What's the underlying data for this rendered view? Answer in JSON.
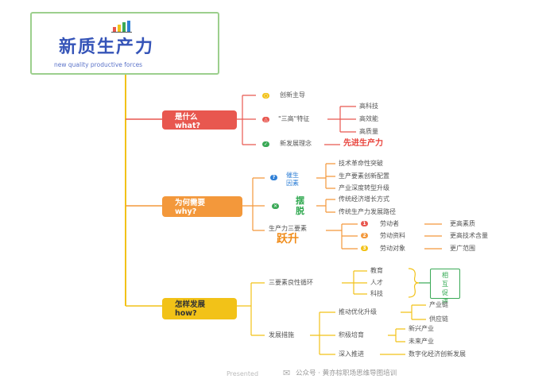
{
  "title": {
    "main": "新质生产力",
    "sub": "new quality productive forces"
  },
  "colors": {
    "trunk": "#f2c218",
    "red": "#e8574f",
    "orange": "#f3983b",
    "yellow": "#f2c218",
    "green": "#3aa956",
    "blue": "#2f7fd6"
  },
  "icons": {
    "title": "bar-chart-icon"
  },
  "what": {
    "label_cn": "是什么",
    "label_en": "what?",
    "item1": "创新主导",
    "item2": "\"三高\"特征",
    "high": [
      "高科技",
      "高效能",
      "高质量"
    ],
    "item3": "新发展理念",
    "item3_target": "先进生产力"
  },
  "why": {
    "label_cn": "为何需要",
    "label_en": "why?",
    "cat1": "催生\n因素",
    "cat1_items": [
      "技术革命性突破",
      "生产要素创新配置",
      "产业深度转型升级"
    ],
    "cat2": "摆\n脱",
    "cat2_items": [
      "传统经济增长方式",
      "传统生产力发展路径"
    ],
    "cat3_pre": "生产力三要素",
    "cat3": "跃升",
    "cat3_items": [
      {
        "from": "劳动者",
        "to": "更高素质"
      },
      {
        "from": "劳动资料",
        "to": "更高技术含量"
      },
      {
        "from": "劳动对象",
        "to": "更广范围"
      }
    ]
  },
  "how": {
    "label_cn": "怎样发展",
    "label_en": "how?",
    "part1": "三要素良性循环",
    "part1_items": [
      "教育",
      "人才",
      "科技"
    ],
    "mutual": "相\n互\n促\n进",
    "part2": "发展措施",
    "measures": [
      {
        "label": "推动优化升级",
        "items": [
          "产业链",
          "供应链"
        ]
      },
      {
        "label": "积极培育",
        "items": [
          "新兴产业",
          "未来产业"
        ]
      },
      {
        "label": "深入推进",
        "items": [
          "数字化经济创新发展"
        ]
      }
    ]
  },
  "footer": {
    "presented": "Presented",
    "wechat": "公众号 · 黄亦棕职场思维导图培训"
  }
}
